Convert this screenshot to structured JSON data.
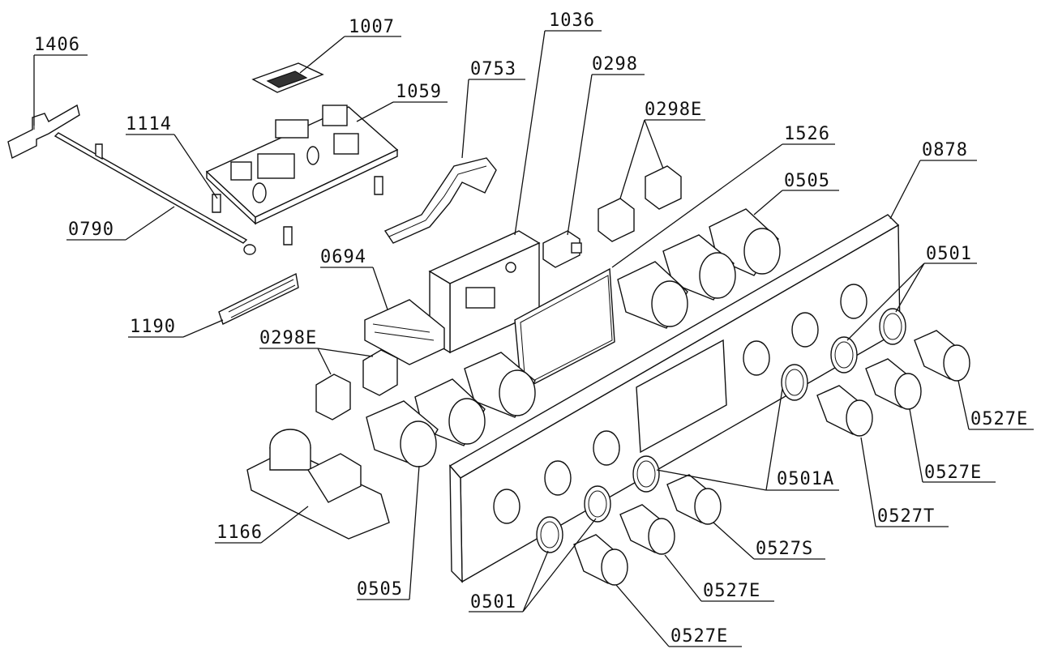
{
  "labels": {
    "p1406": "1406",
    "p1007": "1007",
    "p1036": "1036",
    "p0753": "0753",
    "p0298": "0298",
    "p1059": "1059",
    "p0298E_top": "0298E",
    "p1114": "1114",
    "p1526": "1526",
    "p0878": "0878",
    "p0505_top": "0505",
    "p0790": "0790",
    "p0694": "0694",
    "p0501_right": "0501",
    "p1190": "1190",
    "p0298E_left": "0298E",
    "p0527E_r1": "0527E",
    "p0527E_r2": "0527E",
    "p0501A": "0501A",
    "p0527T": "0527T",
    "p1166": "1166",
    "p0527S": "0527S",
    "p0505_bottom": "0505",
    "p0527E_b1": "0527E",
    "p0501_bottom": "0501",
    "p0527E_b2": "0527E"
  }
}
